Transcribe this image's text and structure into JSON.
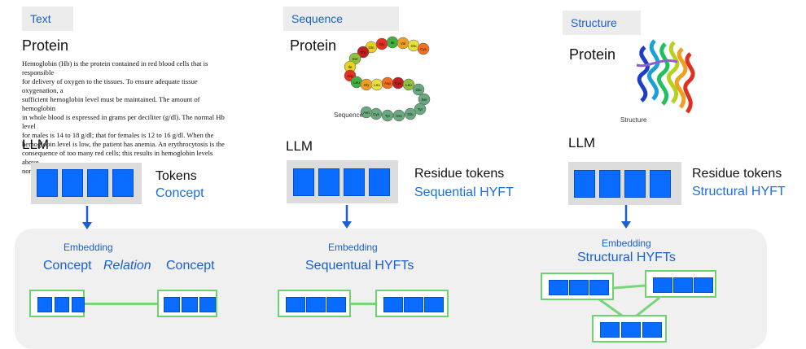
{
  "col1": {
    "tag": "Text",
    "heading": "Protein",
    "paragraph_lines": [
      "Hemoglobin (Hb) is the protein contained in red blood cells that is responsible",
      "for delivery of oxygen to the tissues. To ensure adequate tissue oxygenation, a",
      "sufficient hemoglobin level must be maintained. The amount of hemoglobin",
      "in whole blood is expressed in grams per deciliter (g/dl). The normal Hb level",
      "for males is 14 to 18 g/dl; that for females is 12 to 16 g/dl. When the",
      "hemoglobin level is low, the patient has anemia. An erythrocytosis is the",
      "consequence of too many red cells; this results in hemoglobin levels above",
      "normal."
    ],
    "llm": "LLM",
    "token_label": "Tokens",
    "token_sub": "Concept",
    "embedding": "Embedding",
    "row_left": "Concept",
    "row_mid": "Relation",
    "row_right": "Concept"
  },
  "col2": {
    "tag": "Sequence",
    "heading": "Protein",
    "image_caption": "Sequence",
    "beads": [
      "Gln",
      "Gly",
      "Ile",
      "Val",
      "Glu",
      "Cys",
      "Thr",
      "Ser",
      "Ile",
      "Arg",
      "Leu",
      "Gly",
      "Leu",
      "Asp",
      "Cys",
      "Leu",
      "Glu",
      "Ser",
      "Tyr",
      "Glu",
      "Asn",
      "Tyr",
      "Cys",
      "Asn"
    ],
    "llm": "LLM",
    "token_label": "Residue tokens",
    "token_sub": "Sequential HYFT",
    "embedding": "Embedding",
    "row": "Sequentual HYFTs"
  },
  "col3": {
    "tag": "Structure",
    "heading": "Protein",
    "image_caption": "Structure",
    "llm": "LLM",
    "token_label": "Residue tokens",
    "token_sub": "Structural HYFT",
    "embedding": "Embedding",
    "row": "Structural HYFTs"
  },
  "colors": {
    "token_blue": "#0a6cff",
    "accent_text": "#1a6fe0",
    "link_green": "#7ad47a",
    "panel_grey": "#f0f0f0"
  }
}
